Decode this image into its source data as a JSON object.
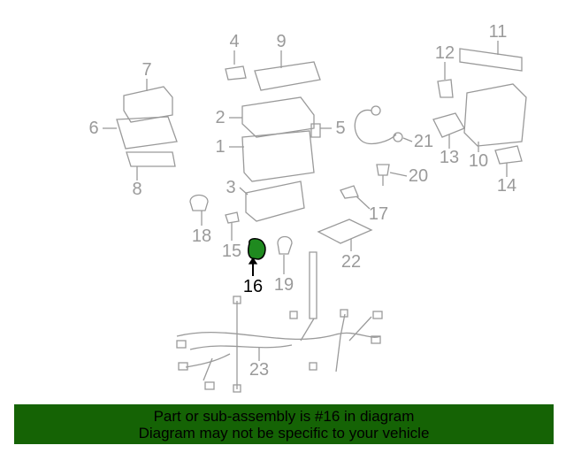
{
  "callouts": [
    {
      "id": "11",
      "label": "11"
    },
    {
      "id": "4",
      "label": "4"
    },
    {
      "id": "9",
      "label": "9"
    },
    {
      "id": "7",
      "label": "7"
    },
    {
      "id": "12",
      "label": "12"
    },
    {
      "id": "2",
      "label": "2"
    },
    {
      "id": "5",
      "label": "5"
    },
    {
      "id": "6",
      "label": "6"
    },
    {
      "id": "1",
      "label": "1"
    },
    {
      "id": "21",
      "label": "21"
    },
    {
      "id": "13",
      "label": "13"
    },
    {
      "id": "10",
      "label": "10"
    },
    {
      "id": "14",
      "label": "14"
    },
    {
      "id": "20",
      "label": "20"
    },
    {
      "id": "8",
      "label": "8"
    },
    {
      "id": "3",
      "label": "3"
    },
    {
      "id": "17",
      "label": "17"
    },
    {
      "id": "18",
      "label": "18"
    },
    {
      "id": "15",
      "label": "15"
    },
    {
      "id": "22",
      "label": "22"
    },
    {
      "id": "16",
      "label": "16"
    },
    {
      "id": "19",
      "label": "19"
    },
    {
      "id": "23",
      "label": "23"
    }
  ],
  "highlight_color": "#1f8a1f",
  "banner": {
    "line1": "Part or sub-assembly is #16 in diagram",
    "line2": "Diagram may not be specific to your vehicle",
    "color": "#156305"
  }
}
